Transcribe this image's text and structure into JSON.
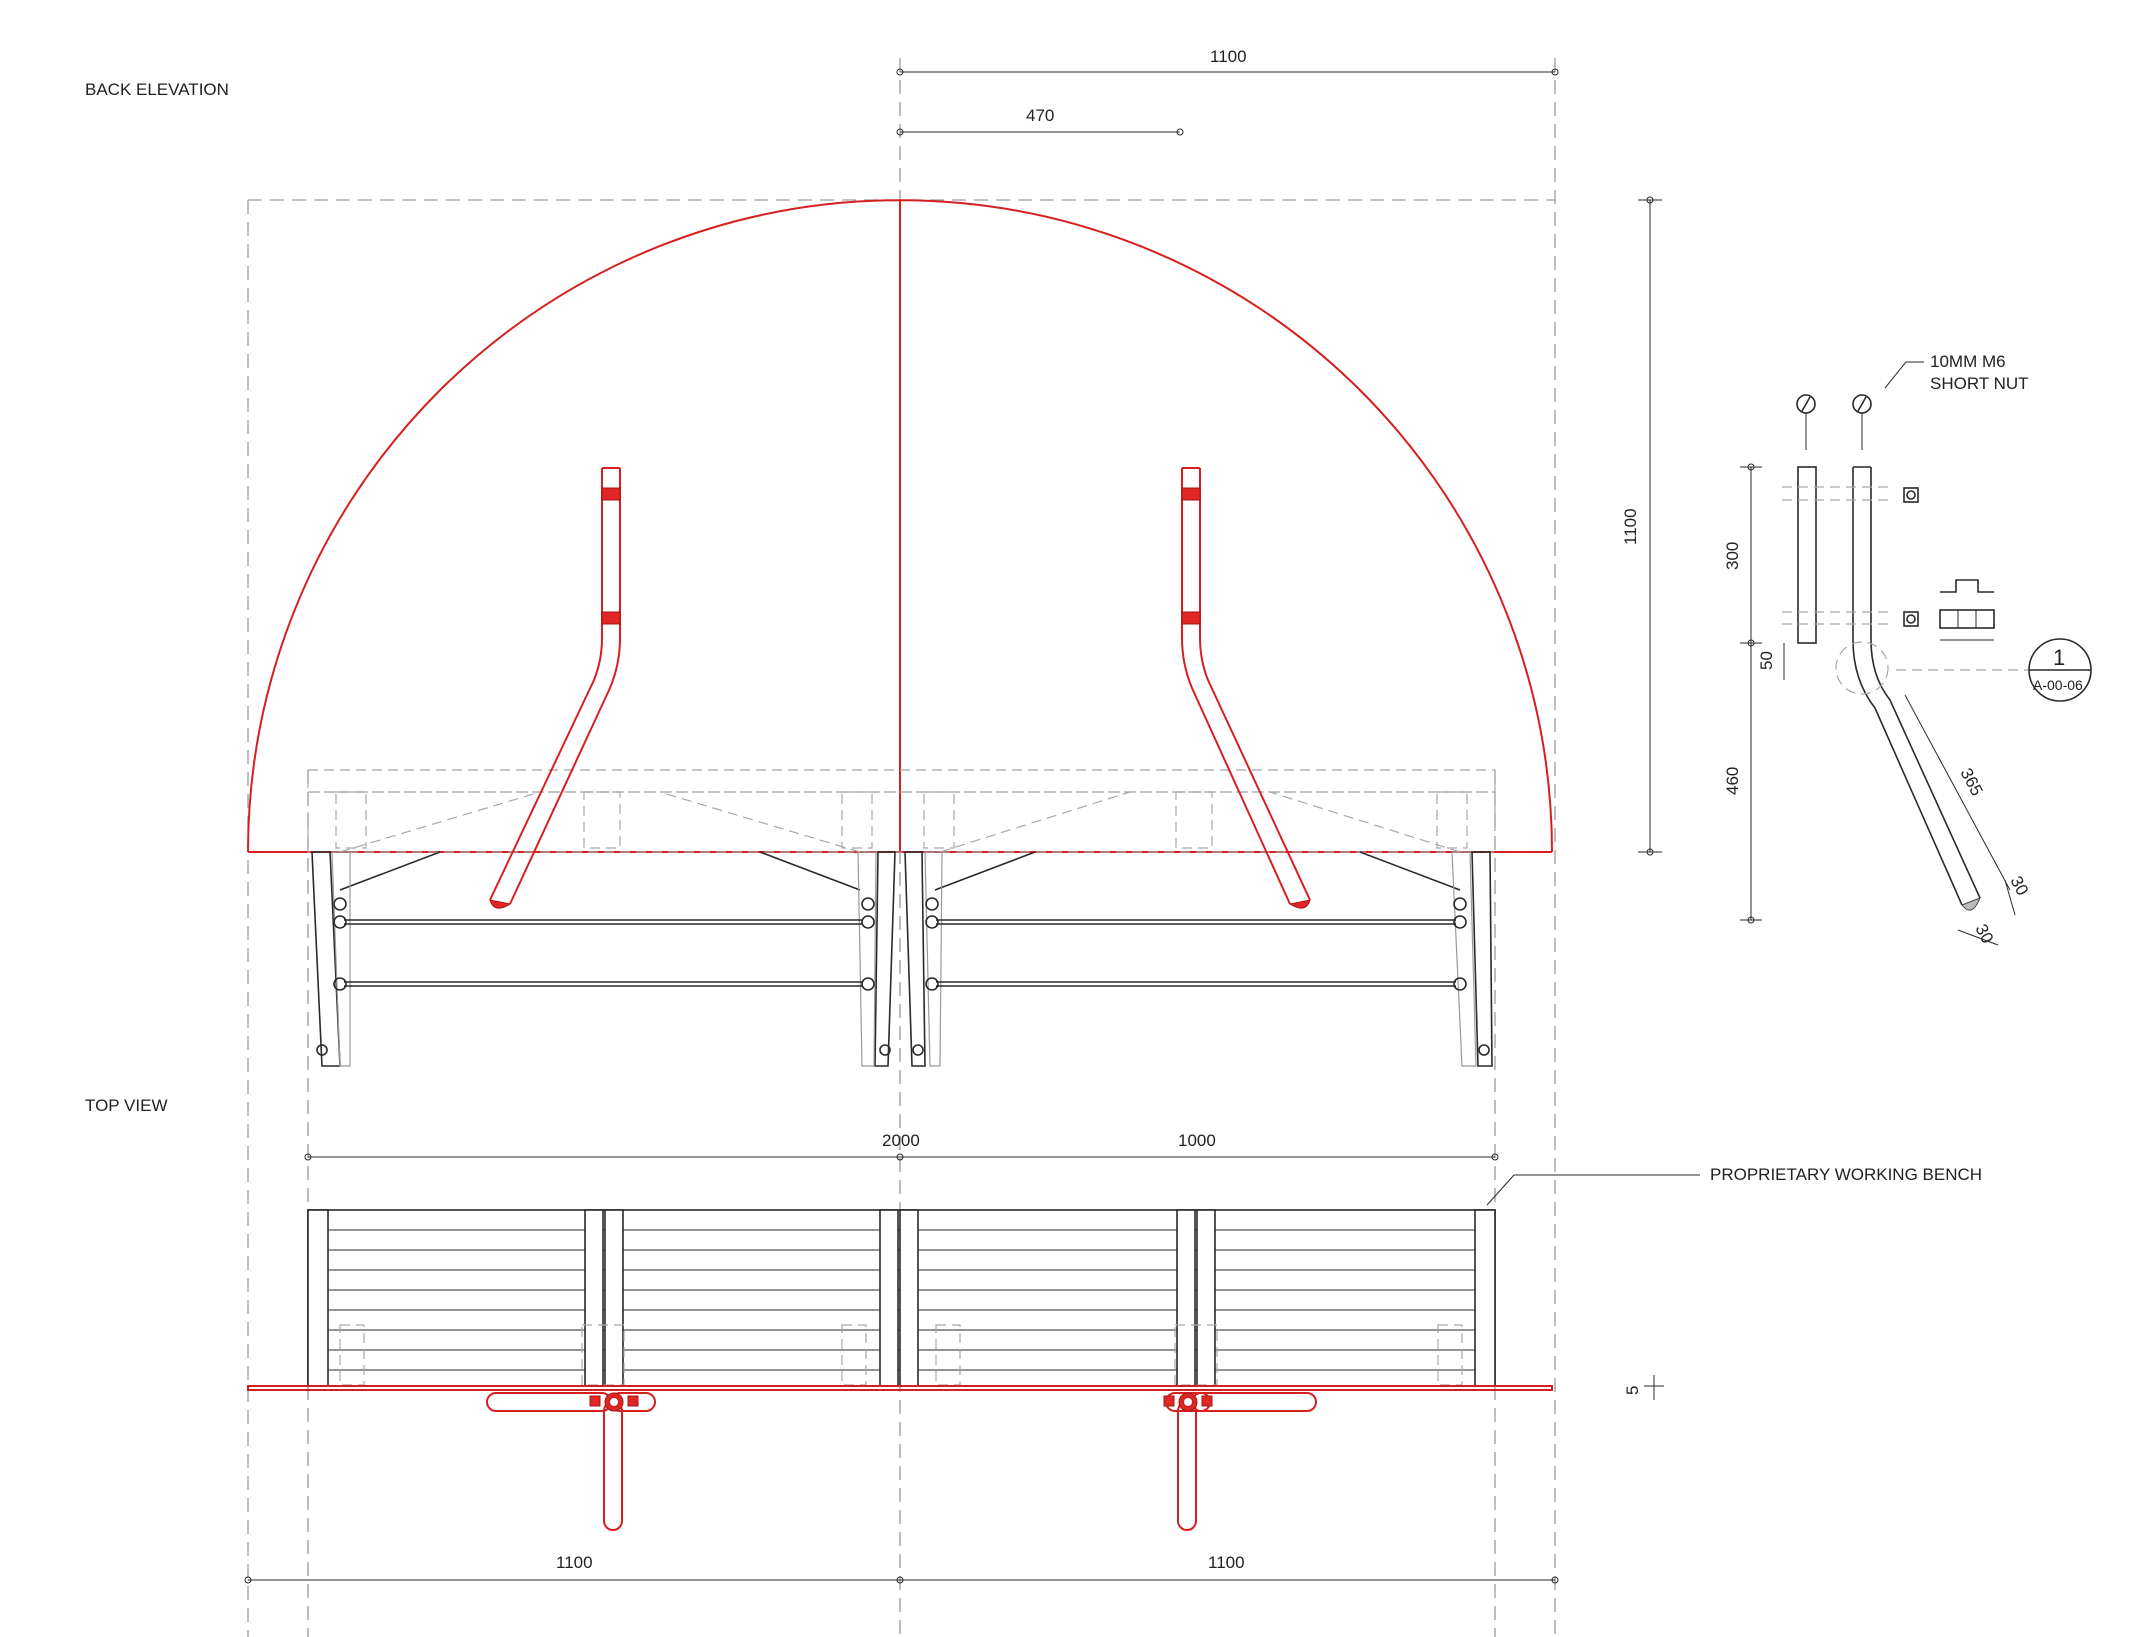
{
  "labels": {
    "back_elevation": "BACK ELEVATION",
    "top_view": "TOP VIEW",
    "bench_callout": "PROPRIETARY WORKING BENCH",
    "nut_callout_line1": "10MM M6",
    "nut_callout_line2": "SHORT NUT",
    "section_number": "1",
    "section_ref": "A-00-06"
  },
  "dimensions": {
    "top_width": "1100",
    "top_offset": "470",
    "right_height": "1100",
    "detail_upper": "300",
    "detail_gap": "50",
    "detail_lower": "460",
    "detail_leg": "365",
    "detail_tip_a": "30",
    "detail_tip_b": "30",
    "bench_total": "2000",
    "bench_half": "1000",
    "offset_small": "5",
    "bottom_left": "1100",
    "bottom_right": "1100"
  },
  "colors": {
    "outline": "#2a2a2a",
    "construction": "#9a9a9a",
    "highlight": "#d62020"
  }
}
